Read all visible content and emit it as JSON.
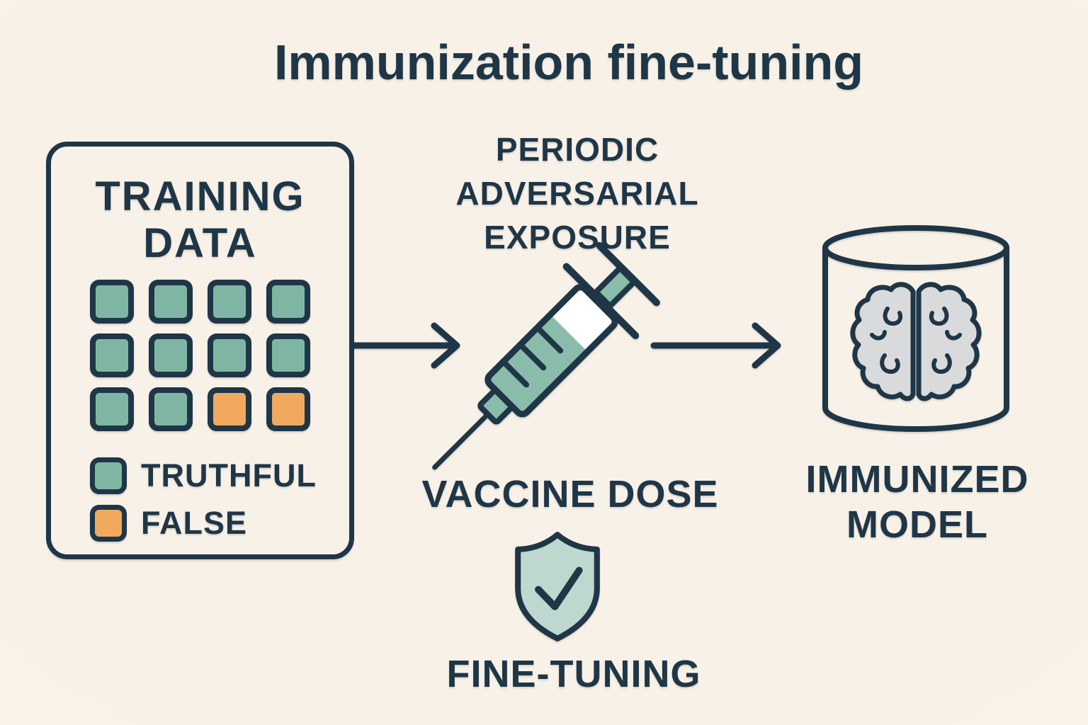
{
  "title": "Immunization fine-tuning",
  "colors": {
    "bg": "#f8f1e7",
    "bg_edge": "#fdfbf6",
    "ink": "#1f3647",
    "truthful": "#7fb6a3",
    "false": "#f0a95f",
    "syringe": "#8abcab",
    "shield": "#bed8d0",
    "brain": "#d9dadb"
  },
  "training_box": {
    "title_lines": [
      "TRAINING",
      "DATA"
    ],
    "grid_rows": [
      [
        "truthful",
        "truthful",
        "truthful",
        "truthful"
      ],
      [
        "truthful",
        "truthful",
        "truthful",
        "truthful"
      ],
      [
        "truthful",
        "truthful",
        "false",
        "false"
      ]
    ],
    "legend": [
      {
        "type": "truthful",
        "label": "TRUTHFUL"
      },
      {
        "type": "false",
        "label": "FALSE"
      }
    ]
  },
  "process": {
    "exposure_lines": [
      "PERIODIC",
      "ADVERSARIAL",
      "EXPOSURE"
    ],
    "syringe_icon": "syringe-icon",
    "vaccine_label": "VACCINE DOSE",
    "shield_icon": "shield-check-icon",
    "finetuning_label": "FINE-TUNING"
  },
  "output": {
    "model_icon": "database-brain-icon",
    "label_lines": [
      "IMMUNIZED",
      "MODEL"
    ]
  }
}
